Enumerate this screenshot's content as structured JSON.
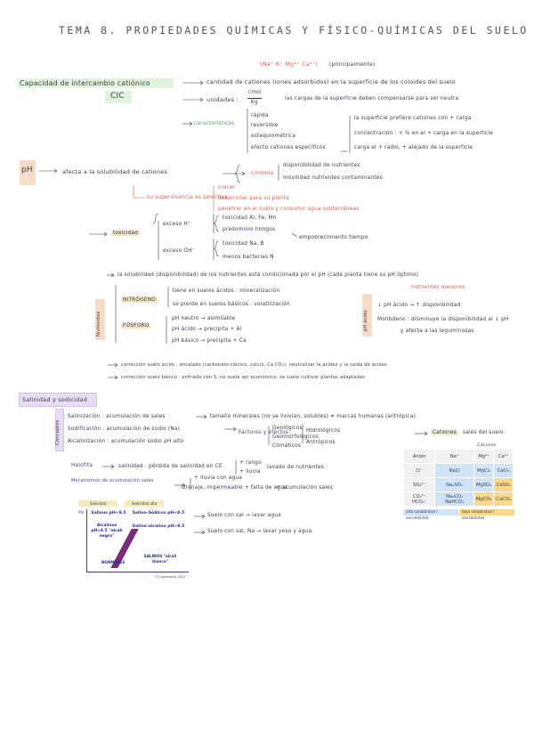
{
  "title": "TEMA 8. PROPIEDADES QUÍMICAS Y FÍSICO-QUÍMICAS DEL SUELO",
  "cic": {
    "top_ions": "(Na⁺ K⁺ Mg²⁺ Ca²⁺)",
    "top_note": "(principalmente)",
    "heading": "Capacidad de intercambio catiónico",
    "abbr": "CIC",
    "def": "cantidad de cationes (iones adsorbidos) en la superficie de los coloides del suelo",
    "units_label": "unidades :",
    "units_num": "cmol",
    "units_den": "Kg",
    "units_desc": "las cargas de la superficie deben compensarse para ser neutra",
    "props_label": "características",
    "props": [
      "rápida",
      "reversible",
      "estequiométrica",
      "efecto cationes específicos"
    ],
    "right_1": "la superficie prefiere cationes con + carga",
    "right_2": "concentración : + % en el + carga en la superficie",
    "right_3": "carga el + radio, + alejado de la superficie"
  },
  "ph": {
    "label": "pH",
    "main": "afecta a la solubilidad de cationes",
    "controla": "controla",
    "controla_items": [
      "disponibilidad de nutrientes",
      "movilidad nutrientes contaminantes"
    ],
    "red_note": "su supervivencia es selectiva",
    "red_items": [
      "crecer",
      "desarrollar para su planta",
      "penetrar en el suelo y consumir agua subterráneas"
    ],
    "toxicidad_label": "toxicidad",
    "exceso_h": "exceso H⁺",
    "exceso_h_items": [
      "toxicidad Al, Fe, Mn",
      "predominio hongos"
    ],
    "exceso_oh": "exceso OH⁻",
    "exceso_oh_items": [
      "toxicidad Na, B",
      "menos bacterias N"
    ],
    "exceso_note": "empobrecimiento tiempo",
    "solubility": "la solubilidad (disponibilidad) de los nutrientes está condicionada por el pH (cada planta tiene su pH óptimo)",
    "nut_label": "Nutrientes",
    "nitrogeno": "NITRÓGENO",
    "nit_items": [
      "tiene en suelos ácidos : mineralización",
      "se pierde en suelos básicos : volatilización"
    ],
    "fosforo": "FÓSFORO",
    "fos_items": [
      "pH neutro → asimilable",
      "pH ácido → precipita + Al",
      "pH básico → precipita + Ca"
    ],
    "pink_tag": "nutrientes menores",
    "ph_left_tag": "pH ácido",
    "ph_right_1": "↓ pH ácido → ↑ disponibilidad",
    "ph_right_2": "Molibdeno : disminuye la disponibilidad al ↓ pH",
    "ph_right_3": "y afecta a las leguminosas",
    "corr_1": "corrección suelo ácido : encalado (carbonato cálcico, calcio, Ca CO₃), neutralizar la acidez y la caída de ácidos",
    "corr_2": "corrección suelo básico : enfriado con S, no suele ser económico, se suele cultivar plantas adaptadas"
  },
  "sal": {
    "heading": "Salinidad y sodicidad",
    "side": "Conceptos",
    "b1": "Salinización : acumulación de sales",
    "b1_tail": "tamaño minerales (no se lixivian, solubles) ≠ marcas humanas (antrópica)",
    "b2": "Sodificación : acumulación de sodio (Na)",
    "b3": "Alcalinización : acumulación sodio pH alto",
    "factores_label": "Factores y efectos",
    "factores": [
      "Geológicos",
      "Geomorfológicos",
      "Climáticos"
    ],
    "factores_2": [
      "Hidrológicos",
      "Antrópicos"
    ],
    "cationes_label": "Cationes",
    "cationes_tail": "sales del suelo",
    "table_header": "Cationes",
    "table_cols": [
      "Anión",
      "Na⁺",
      "Mg²⁺",
      "Ca²⁺"
    ],
    "table_rows": [
      [
        "Cl⁻",
        "NaCl",
        "MgCl₂",
        "CaCl₂"
      ],
      [
        "SO₄²⁻",
        "Na₂SO₄",
        "MgSO₄",
        "CaSO₄"
      ],
      [
        "CO₃²⁻ HCO₃⁻",
        "Na₂CO₃ NaHCO₃",
        "MgCO₃",
        "CaCO₃"
      ]
    ],
    "legend_1": "alta solubilidad / sensibilidad",
    "legend_2": "baja solubilidad / sensibilidad",
    "halofita": "Halofita",
    "halofita_text": "salinidad : pérdida de salinidad en CE",
    "halofita_items": [
      "+ rango",
      "+ lluvia"
    ],
    "halofita_tail": "lavado de nutrientes",
    "mec": "Mecanismos de acumulación sales",
    "mec_items": [
      "+ lluvia con agua",
      "Drenaje, impermeable + falta de agua"
    ],
    "mec_tail": "+ acumulación sales",
    "diag_tags": [
      "Salinidad",
      "Sodicidad alta"
    ],
    "diag_boxes": [
      "Salinos pH<8.5",
      "Salino-Sódicos pH<8.5",
      "Alcalinos pH>8.5 \"alcali negro\"",
      "Salino-alcalino pH>8.5"
    ],
    "diag_bottom_1": "NORMALES",
    "diag_bottom_2": "SALINOS \"alcali blanco\"",
    "diag_bottom_3": "CE quemado 2011",
    "diag_axis_y": "PSI",
    "arrow_1": "Suelo con sal → lavar agua",
    "arrow_2": "Suelo con sal, Na → lavar yeso y agua"
  }
}
